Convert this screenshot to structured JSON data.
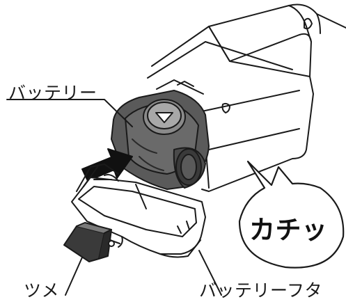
{
  "labels": {
    "battery": "バッテリー",
    "tab": "ツメ",
    "battery_cover": "バッテリーフタ",
    "click_sound": "カチッ"
  },
  "colors": {
    "line": "#1a1a1a",
    "battery_gray": "#5a5a5a",
    "battery_dark": "#3a3a3a",
    "arrow": "#111111",
    "background": "#ffffff"
  },
  "icons": {
    "eject_button": "triangle-down-icon",
    "insert_arrow": "arrow-right-icon"
  }
}
